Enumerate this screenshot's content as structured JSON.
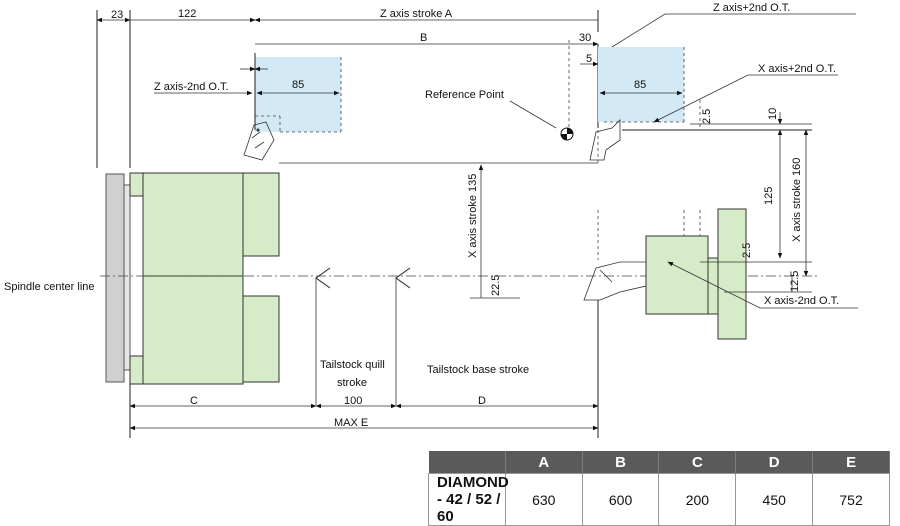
{
  "labels": {
    "z_axis_stroke_a": "Z axis stroke A",
    "z_axis_plus_2nd_ot": "Z axis+2nd O.T.",
    "z_axis_minus_2nd_ot": "Z axis-2nd O.T.",
    "x_axis_plus_2nd_ot": "X axis+2nd O.T.",
    "x_axis_minus_2nd_ot": "X axis-2nd O.T.",
    "reference_point": "Reference Point",
    "spindle_center_line": "Spindle center line",
    "x_axis_stroke_135": "X axis stroke 135",
    "x_axis_stroke_160": "X axis stroke 160",
    "tailstock_quill_stroke_line1": "Tailstock quill",
    "tailstock_quill_stroke_line2": "stroke",
    "tailstock_base_stroke": "Tailstock base stroke",
    "max_e": "MAX  E"
  },
  "dimensions": {
    "d23": "23",
    "d122": "122",
    "dB": "B",
    "d30": "30",
    "d5": "5",
    "d85_left": "85",
    "d85_right": "85",
    "d2_5_top": "2.5",
    "d10": "10",
    "d125": "125",
    "d2_5_mid": "2.5",
    "d12_5": "12.5",
    "d22_5": "22.5",
    "dC": "C",
    "d100": "100",
    "dD": "D"
  },
  "spec_table": {
    "columns": [
      "A",
      "B",
      "C",
      "D",
      "E"
    ],
    "rows": [
      {
        "model_prefix": "DIAMOND",
        "model_suffix": " - 42 / 52 / 60",
        "values": [
          "630",
          "600",
          "200",
          "450",
          "752"
        ]
      }
    ]
  }
}
